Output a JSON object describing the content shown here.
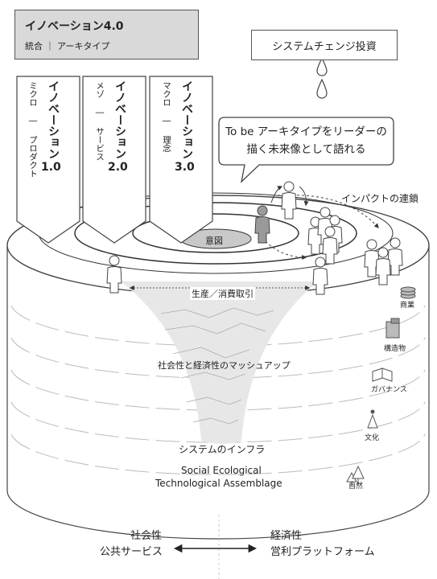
{
  "title": {
    "main": "イノベーション4.0",
    "sub": "統合 ｜ アーキタイプ"
  },
  "system_change": "システムチェンジ投資",
  "banners": [
    {
      "title": "イノベーション",
      "version": "1.0",
      "sub": "ミクロ ― プロダクト"
    },
    {
      "title": "イノベーション",
      "version": "2.0",
      "sub": "メゾ ― サービス"
    },
    {
      "title": "イノベーション",
      "version": "3.0",
      "sub": "マクロ ― 理念"
    }
  ],
  "speech_bubble": {
    "line1": "To be アーキタイプをリーダーの",
    "line2": "描く未来像として語れる"
  },
  "impact_chain": "インパクトの連鎖",
  "intent": "意図",
  "production_consumption": "生産／消費取引",
  "mashup": "社会性と経済性のマッシュアップ",
  "infra": "システムのインフラ",
  "assemblage": {
    "line1": "Social Ecological",
    "line2": "Technological Assemblage"
  },
  "side_items": [
    {
      "label": "商業",
      "icon": "coins-icon"
    },
    {
      "label": "構造物",
      "icon": "building-icon"
    },
    {
      "label": "ガバナンス",
      "icon": "book-icon"
    },
    {
      "label": "文化",
      "icon": "praying-hands-icon"
    },
    {
      "label": "自然",
      "icon": "trees-icon"
    }
  ],
  "bottom": {
    "left_title": "社会性",
    "left_sub": "公共サービス",
    "right_title": "経済性",
    "right_sub": "営利プラットフォーム"
  }
}
